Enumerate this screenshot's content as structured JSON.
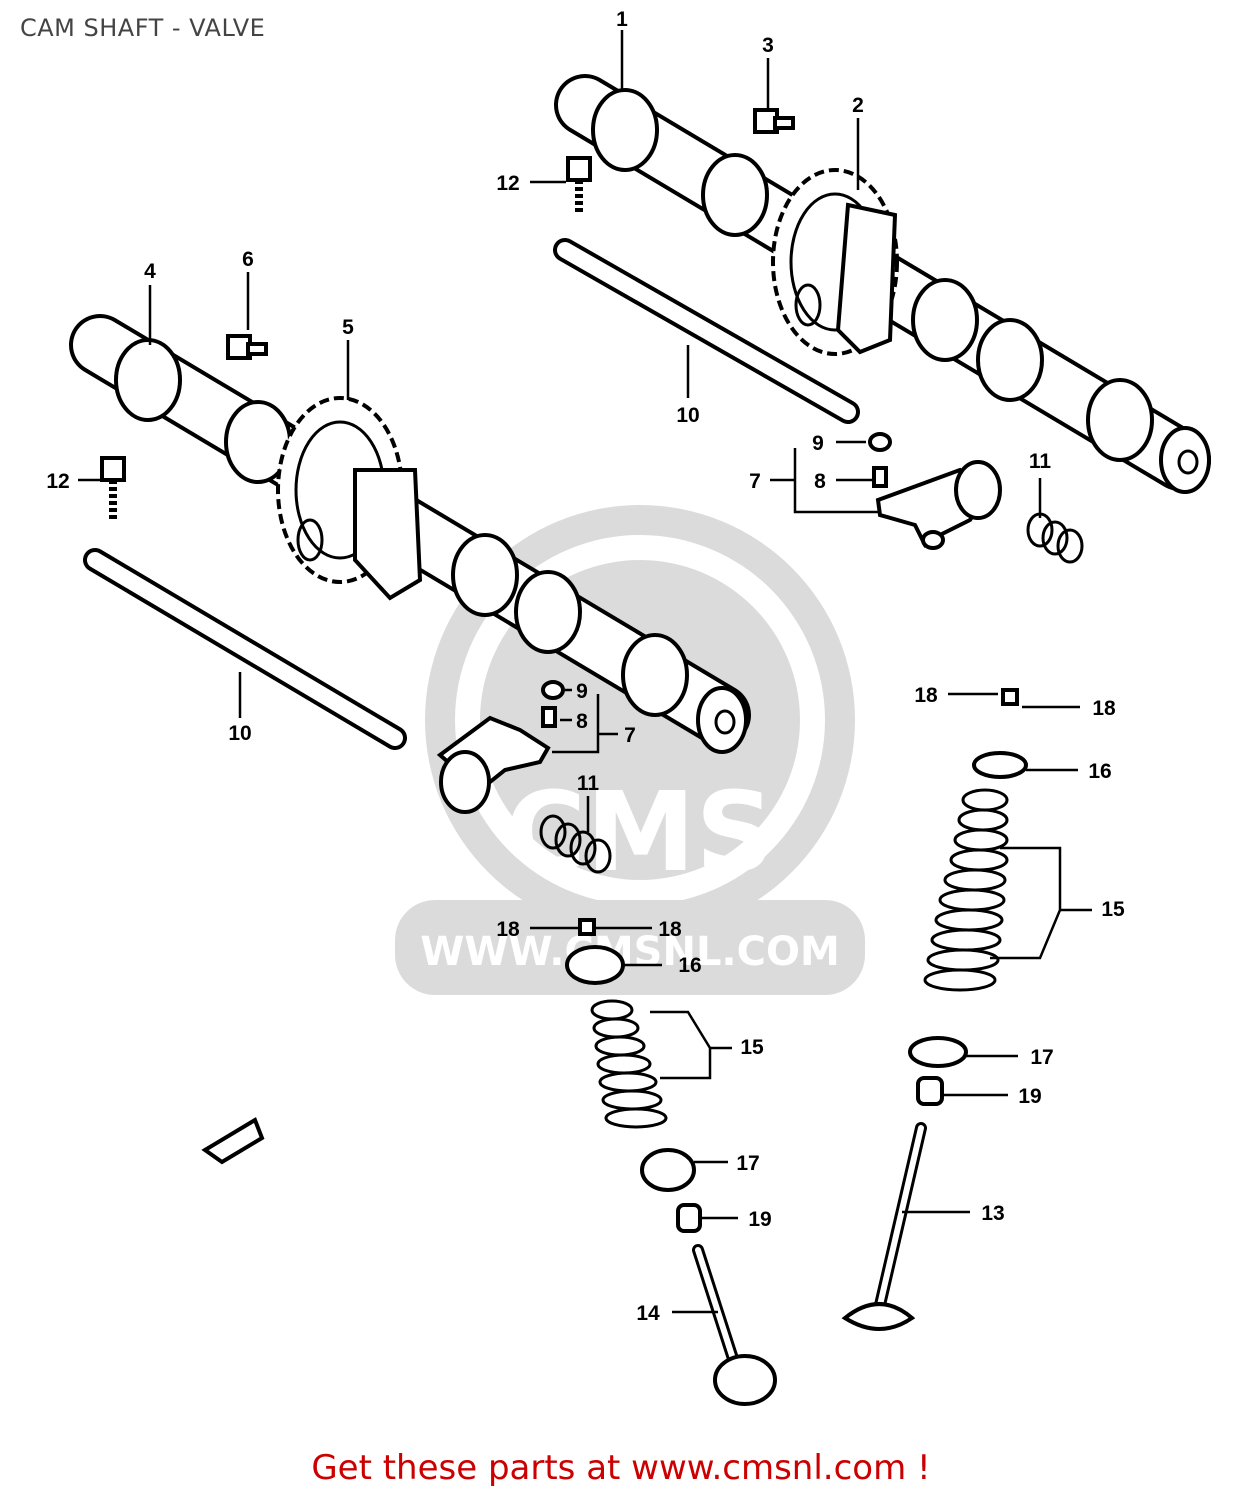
{
  "title": "CAM SHAFT - VALVE",
  "footer": "Get these parts at www.cmsnl.com !",
  "watermark": {
    "brand": "CMS",
    "url": "WWW.CMSNL.COM"
  },
  "callouts": [
    {
      "id": "c1",
      "text": "1"
    },
    {
      "id": "c2",
      "text": "2"
    },
    {
      "id": "c3",
      "text": "3"
    },
    {
      "id": "c4",
      "text": "4"
    },
    {
      "id": "c5",
      "text": "5"
    },
    {
      "id": "c6",
      "text": "6"
    },
    {
      "id": "c7a",
      "text": "7"
    },
    {
      "id": "c7b",
      "text": "7"
    },
    {
      "id": "c8a",
      "text": "8"
    },
    {
      "id": "c8b",
      "text": "8"
    },
    {
      "id": "c9a",
      "text": "9"
    },
    {
      "id": "c9b",
      "text": "9"
    },
    {
      "id": "c10a",
      "text": "10"
    },
    {
      "id": "c10b",
      "text": "10"
    },
    {
      "id": "c11a",
      "text": "11"
    },
    {
      "id": "c11b",
      "text": "11"
    },
    {
      "id": "c12a",
      "text": "12"
    },
    {
      "id": "c12b",
      "text": "12"
    },
    {
      "id": "c13",
      "text": "13"
    },
    {
      "id": "c14",
      "text": "14"
    },
    {
      "id": "c15a",
      "text": "15"
    },
    {
      "id": "c15b",
      "text": "15"
    },
    {
      "id": "c16a",
      "text": "16"
    },
    {
      "id": "c16b",
      "text": "16"
    },
    {
      "id": "c17a",
      "text": "17"
    },
    {
      "id": "c17b",
      "text": "17"
    },
    {
      "id": "c18a",
      "text": "18"
    },
    {
      "id": "c18b",
      "text": "18"
    },
    {
      "id": "c18c",
      "text": "18"
    },
    {
      "id": "c18d",
      "text": "18"
    },
    {
      "id": "c19a",
      "text": "19"
    },
    {
      "id": "c19b",
      "text": "19"
    }
  ]
}
